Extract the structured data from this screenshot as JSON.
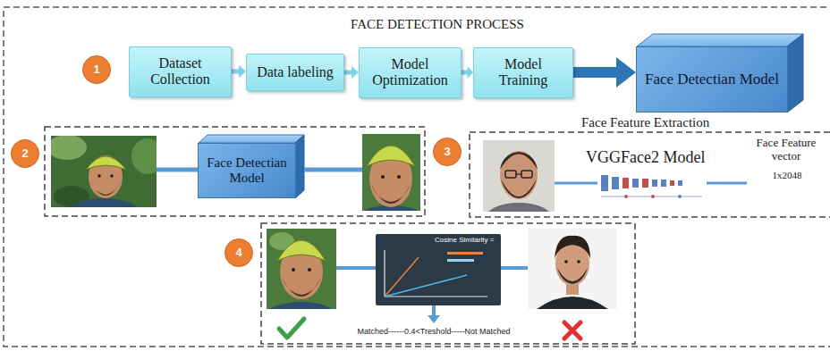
{
  "diagram": {
    "title": "FACE DETECTION PROCESS",
    "nodes": [
      {
        "text": [
          "1"
        ]
      },
      {
        "text": [
          "Dataset Collection"
        ]
      },
      {
        "text": [
          "Data labeling"
        ]
      },
      {
        "text": [
          "Model Optimization"
        ]
      },
      {
        "text": [
          "Model Training"
        ]
      },
      {
        "text": [
          "Face Detectian Model"
        ]
      },
      {
        "text": [
          "2"
        ]
      },
      {
        "text": [
          "Face Detectian Model"
        ]
      },
      {
        "text": [
          "3"
        ]
      },
      {
        "text": [
          "4"
        ]
      }
    ],
    "edges": [
      {
        "from": 1,
        "to": 2,
        "arrow": "to"
      },
      {
        "from": 2,
        "to": 3,
        "arrow": "to"
      },
      {
        "from": 3,
        "to": 4,
        "arrow": "to"
      },
      {
        "from": 4,
        "to": 5,
        "arrow": "to"
      }
    ],
    "labels": [
      "Face Feature Extraction",
      "VGGFace2 Model",
      "Face Feature vector",
      "1x2048",
      "Cosine Similarity =",
      "Matched------0.4<Treshold-----Not Matched"
    ]
  }
}
